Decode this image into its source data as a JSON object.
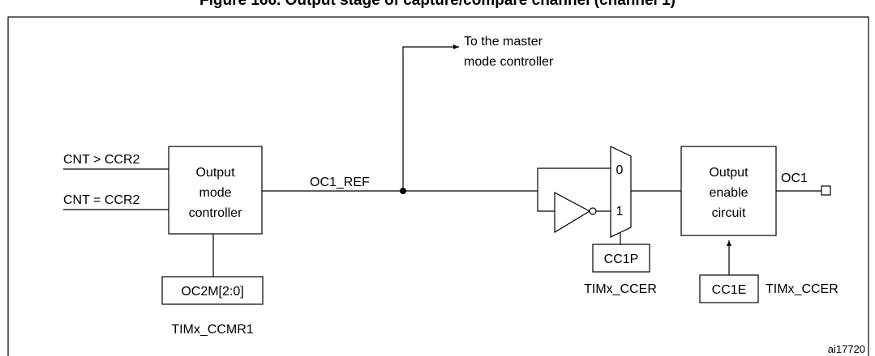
{
  "figure": {
    "title": "Figure 166. Output stage of capture/compare channel (channel 1)",
    "id_label": "ai17720"
  },
  "inputs": {
    "cnt_gt": "CNT > CCR2",
    "cnt_eq": "CNT = CCR2"
  },
  "blocks": {
    "output_mode_controller": [
      "Output",
      "mode",
      "controller"
    ],
    "oc2m": "OC2M[2:0]",
    "timx_ccmr1": "TIMx_CCMR1",
    "cc1p": "CC1P",
    "timx_ccer_left": "TIMx_CCER",
    "output_enable_circuit": [
      "Output",
      "enable",
      "circuit"
    ],
    "cc1e": "CC1E",
    "timx_ccer_right": "TIMx_CCER"
  },
  "signals": {
    "oc1_ref": "OC1_REF",
    "master_mode": [
      "To the master",
      "mode controller"
    ],
    "oc1": "OC1",
    "mux_in0": "0",
    "mux_in1": "1"
  }
}
